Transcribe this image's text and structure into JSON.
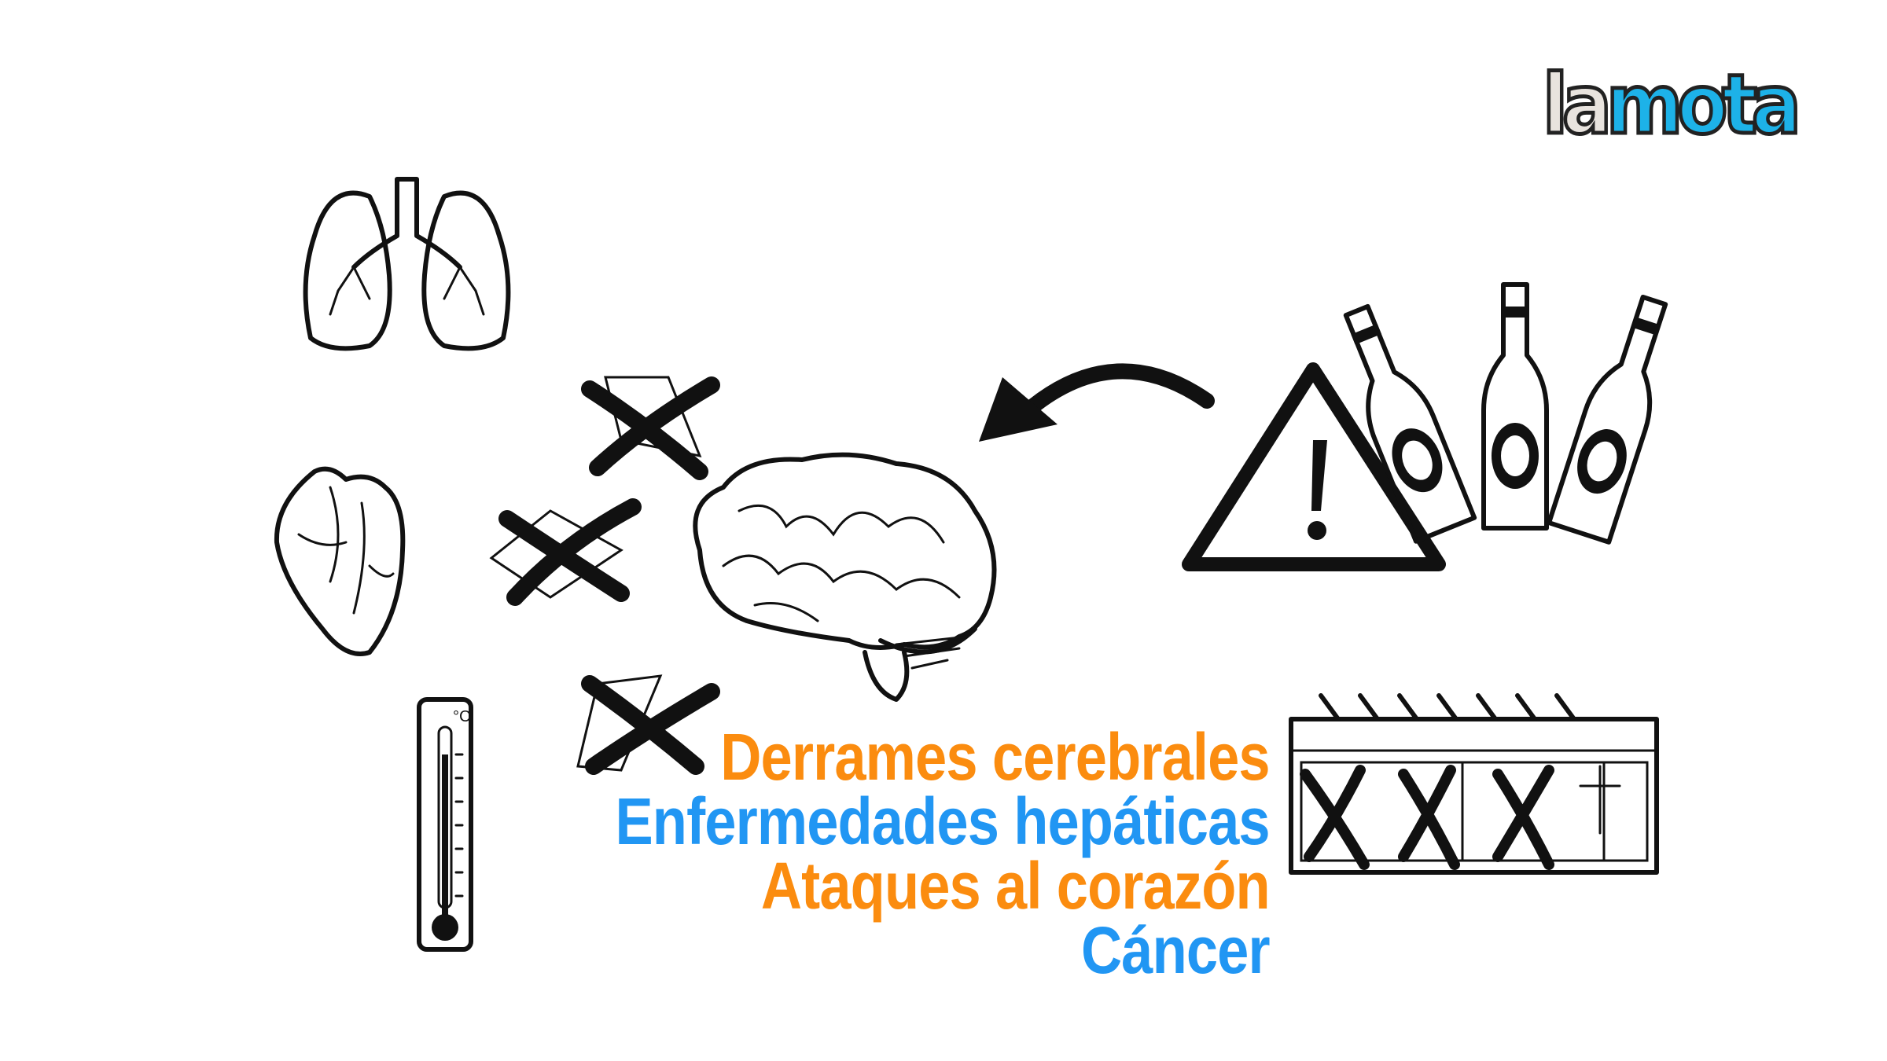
{
  "logo": {
    "part1": "la",
    "part2": "mota"
  },
  "consequences": [
    {
      "label": "Derrames cerebrales",
      "color": "#fb8c0f"
    },
    {
      "label": "Enfermedades hepáticas",
      "color": "#2196f3"
    },
    {
      "label": "Ataques al corazón",
      "color": "#fb8c0f"
    },
    {
      "label": "Cáncer",
      "color": "#2196f3"
    }
  ],
  "thermometer": {
    "unit": "°C"
  },
  "icons": [
    "lungs-icon",
    "heart-icon",
    "thermometer-icon",
    "cross-mark-icon",
    "brain-icon",
    "curved-arrow-icon",
    "warning-triangle-icon",
    "beer-bottle-icon",
    "calendar-icon"
  ]
}
